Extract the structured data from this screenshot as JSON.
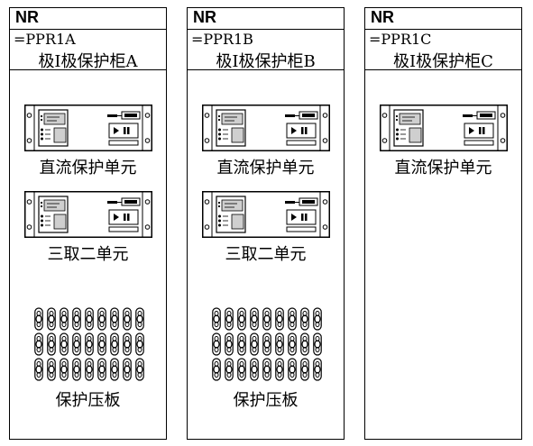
{
  "cabinets": [
    {
      "brand": "NR",
      "code": "=PPR1A",
      "title": "极I极保护柜A",
      "units": [
        "直流保护单元",
        "三取二单元"
      ],
      "plates_label": "保护压板",
      "has_plates": true
    },
    {
      "brand": "NR",
      "code": "=PPR1B",
      "title": "极I极保护柜B",
      "units": [
        "直流保护单元",
        "三取二单元"
      ],
      "plates_label": "保护压板",
      "has_plates": true
    },
    {
      "brand": "NR",
      "code": "=PPR1C",
      "title": "极I极保护柜C",
      "units": [
        "直流保护单元"
      ],
      "plates_label": "",
      "has_plates": false
    }
  ],
  "plates": {
    "rows": 3,
    "cols": 9
  }
}
